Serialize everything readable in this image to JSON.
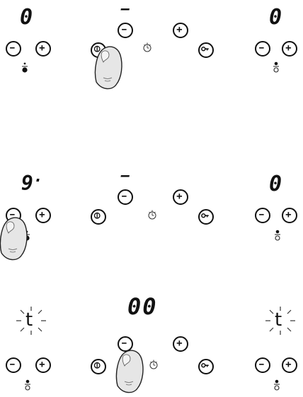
{
  "panels": [
    {
      "left_display": "0",
      "right_display": "0",
      "center_display": "–",
      "finger_on": "power-button"
    },
    {
      "left_display": "9",
      "left_display_dot": "·",
      "right_display": "0",
      "center_display": "–",
      "finger_on": "left-minus-button"
    },
    {
      "left_display": "t",
      "right_display": "t",
      "center_display": "00",
      "finger_on": "center-minus-button",
      "blinking": true
    }
  ],
  "icons": [
    "minus-icon",
    "plus-icon",
    "power-icon",
    "key-lock-icon",
    "timer-icon",
    "finger-icon",
    "heat-zone-indicator-icon"
  ],
  "colors": {
    "ink": "#111111",
    "background": "#ffffff",
    "finger_fill": "#e6e6e6"
  }
}
